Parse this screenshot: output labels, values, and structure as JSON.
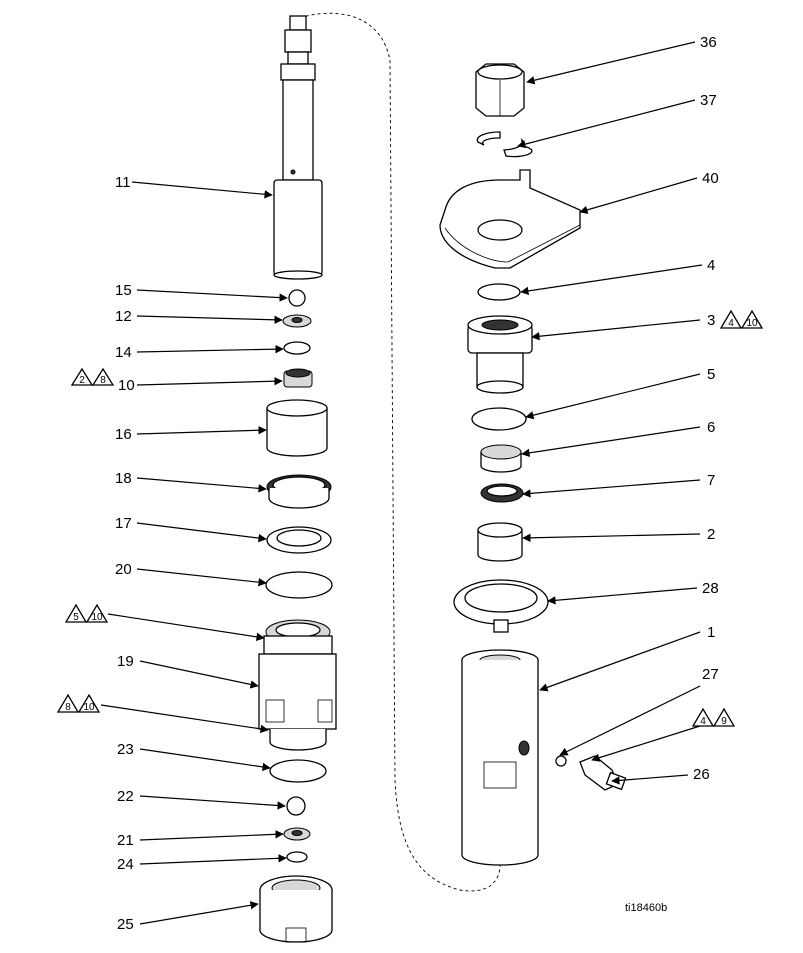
{
  "figure_id": "ti18460b",
  "left_callouts": [
    "11",
    "15",
    "12",
    "14",
    "10",
    "16",
    "18",
    "17",
    "20",
    "19",
    "23",
    "22",
    "21",
    "24",
    "25"
  ],
  "right_callouts": [
    "36",
    "37",
    "40",
    "4",
    "3",
    "5",
    "6",
    "7",
    "2",
    "28",
    "1",
    "27",
    "26"
  ],
  "warning_symbols": {
    "item_10": [
      "2",
      "8"
    ],
    "item_3": [
      "4",
      "10"
    ],
    "left_upper": [
      "5",
      "10"
    ],
    "left_lower": [
      "8",
      "10"
    ],
    "item_26": [
      "4",
      "9"
    ]
  }
}
